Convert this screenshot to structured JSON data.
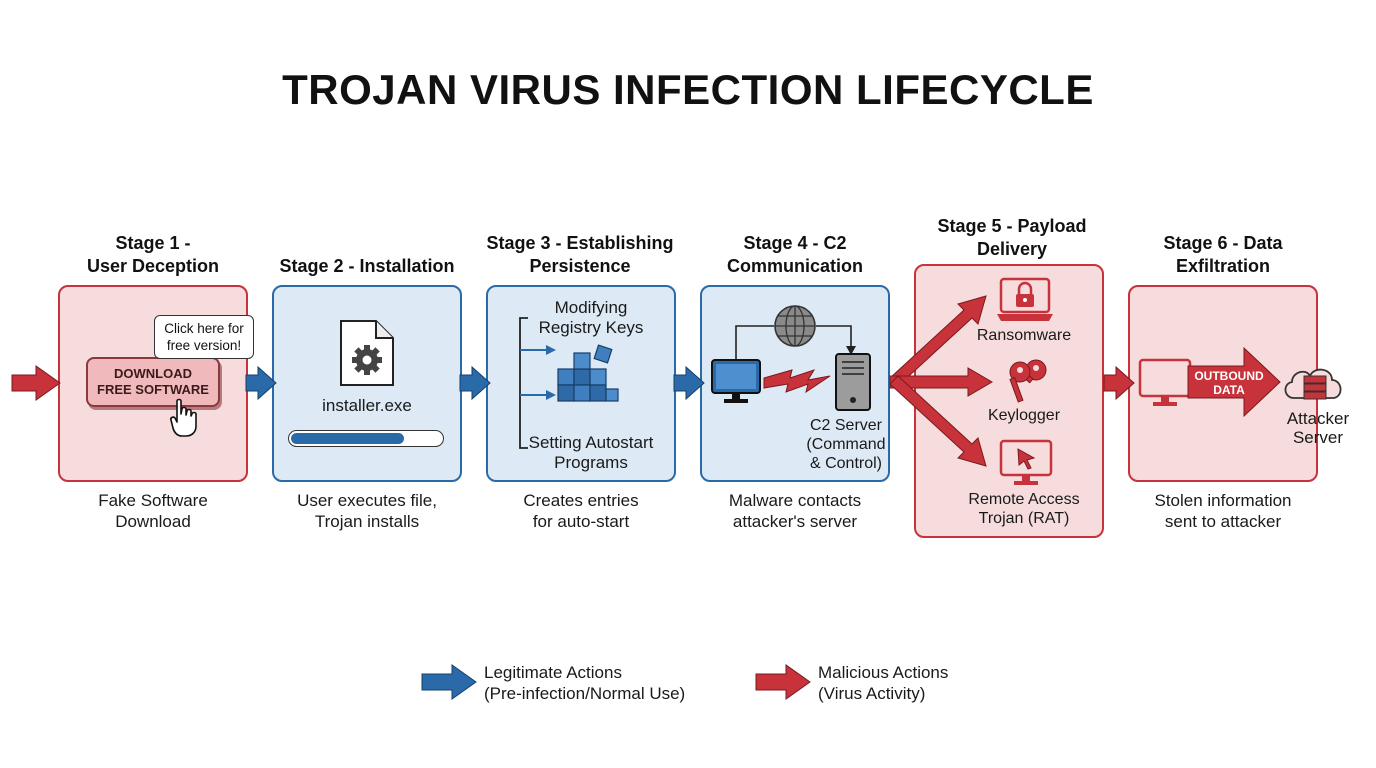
{
  "title": "TROJAN VIRUS INFECTION LIFECYCLE",
  "stages": [
    {
      "title": "Stage 1 -\nUser Deception",
      "caption": "Fake Software\nDownload",
      "button_label": "DOWNLOAD\nFREE SOFTWARE",
      "tooltip": "Click here for\nfree version!"
    },
    {
      "title": "Stage 2 - Installation",
      "caption": "User executes file,\nTrojan installs",
      "file_name": "installer.exe",
      "progress": 0.75
    },
    {
      "title": "Stage 3 - Establishing\nPersistence",
      "caption": "Creates entries\nfor auto-start",
      "item_top": "Modifying\nRegistry Keys",
      "item_bottom": "Setting Autostart\nPrograms"
    },
    {
      "title": "Stage 4 - C2\nCommunication",
      "caption": "Malware contacts\nattacker's server",
      "server_label": "C2 Server\n(Command\n& Control)"
    },
    {
      "title": "Stage 5 - Payload\nDelivery",
      "payloads": [
        "Ransomware",
        "Keylogger",
        "Remote Access\nTrojan (RAT)"
      ]
    },
    {
      "title": "Stage 6 - Data\nExfiltration",
      "caption": "Stolen information\nsent to attacker",
      "arrow_label": "OUTBOUND\nDATA",
      "server_label": "Attacker\nServer"
    }
  ],
  "legend": [
    {
      "label": "Legitimate Actions\n(Pre-infection/Normal Use)",
      "color": "#2b6aa9"
    },
    {
      "label": "Malicious Actions\n(Virus Activity)",
      "color": "#c8323a"
    }
  ],
  "colors": {
    "red": "#c8323a",
    "blue": "#2b6aa9",
    "red_fill": "#f6dcdc",
    "blue_fill": "#dde9f5"
  }
}
